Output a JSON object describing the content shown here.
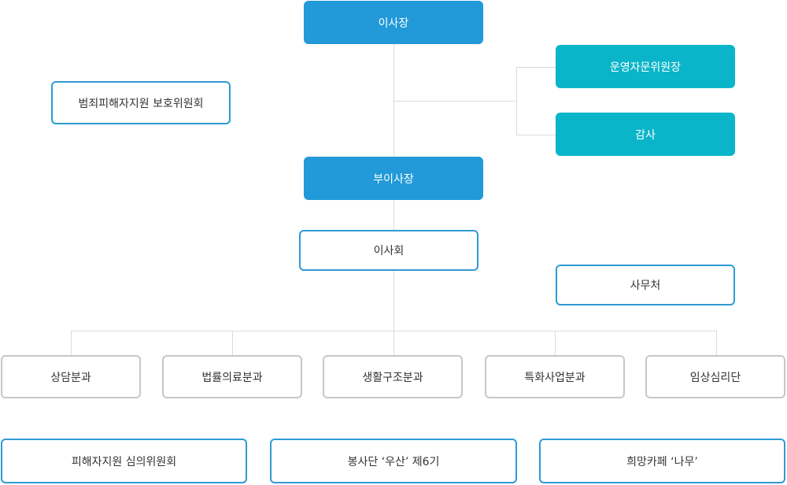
{
  "org_chart": {
    "chairman": "이사장",
    "advisory_chair": "운영자문위원장",
    "auditor": "감사",
    "victim_protection_committee": "범죄피해자지원 보호위원회",
    "vice_chairman": "부이사장",
    "board": "이사회",
    "secretariat": "사무처",
    "divisions": [
      "상담분과",
      "법률의료분과",
      "생활구조분과",
      "특화사업분과",
      "임상심리단"
    ],
    "groups": [
      "피해자지원 심의위원회",
      "봉사단 ‘우산’ 제6기",
      "희망카페 ‘나무’"
    ]
  },
  "colors": {
    "primary_blue": "#2299d8",
    "teal": "#0bb5c9",
    "outline_blue": "#2f9bd4",
    "outline_gray": "#c7c7c7",
    "connector": "#dcdcdc"
  }
}
